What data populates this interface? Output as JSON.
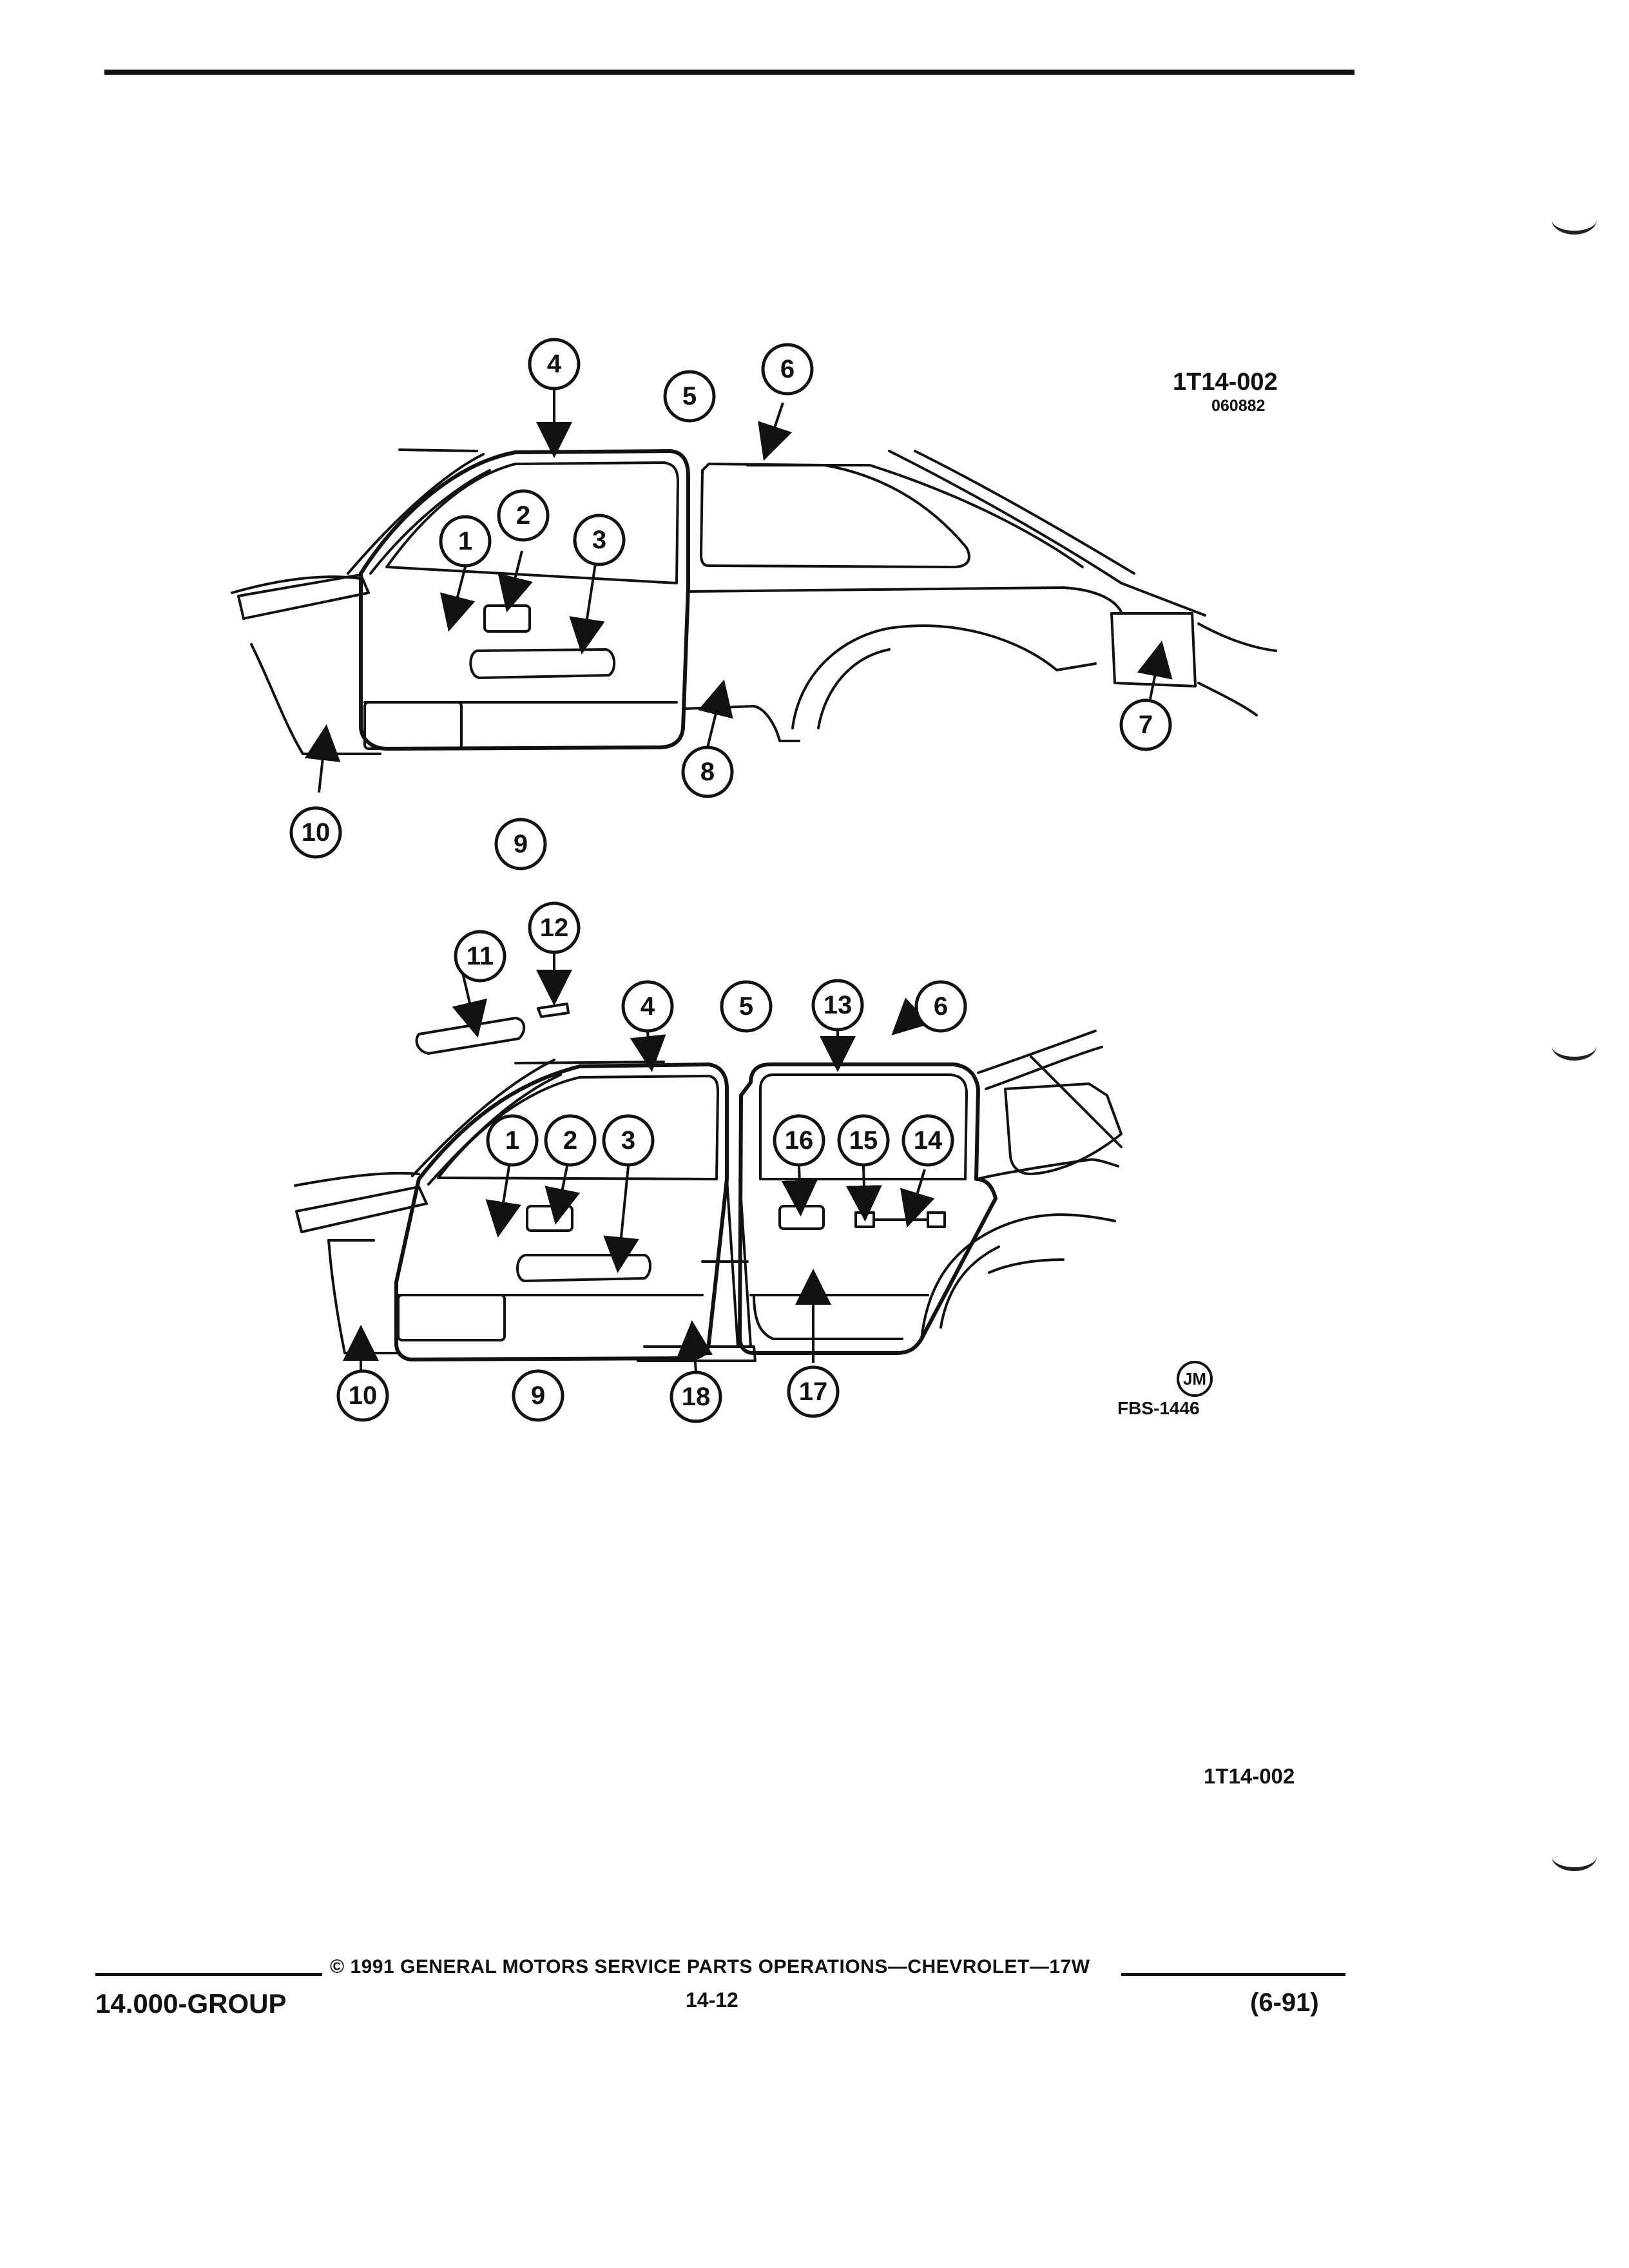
{
  "figure_top": {
    "reference_code": "1T14-002",
    "sub_code": "060882",
    "callouts": [
      "1",
      "2",
      "3",
      "4",
      "5",
      "6",
      "7",
      "8",
      "9",
      "10"
    ]
  },
  "figure_bottom": {
    "callouts": [
      "1",
      "2",
      "3",
      "4",
      "5",
      "6",
      "9",
      "10",
      "11",
      "12",
      "13",
      "14",
      "15",
      "16",
      "17",
      "18"
    ],
    "logo_mark": "JM",
    "figure_code": "FBS-1446"
  },
  "page_reference": "1T14-002",
  "footer": {
    "group": "14.000-GROUP",
    "copyright": "© 1991 GENERAL MOTORS SERVICE PARTS OPERATIONS—CHEVROLET—17W",
    "page_number": "14-12",
    "date": "(6-91)"
  }
}
